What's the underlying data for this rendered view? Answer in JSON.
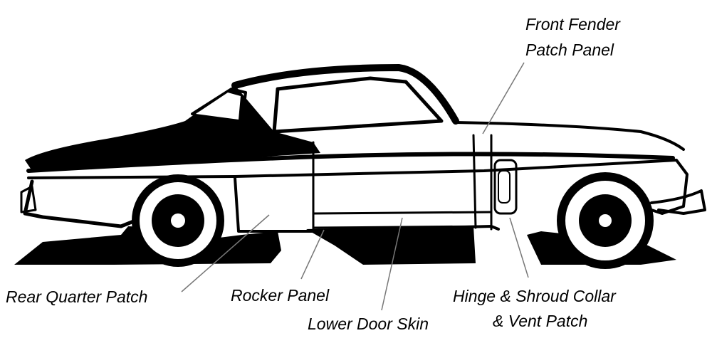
{
  "diagram": {
    "subject": "1950s coupe side-profile line drawing",
    "colors": {
      "ink": "#000000",
      "background": "#ffffff",
      "leader": "#777777"
    },
    "labels": {
      "front_fender_line1": "Front Fender",
      "front_fender_line2": "Patch Panel",
      "rear_quarter": "Rear Quarter Patch",
      "rocker_panel": "Rocker Panel",
      "lower_door_skin": "Lower Door Skin",
      "hinge_line1": "Hinge & Shroud Collar",
      "hinge_line2": "& Vent Patch"
    }
  }
}
